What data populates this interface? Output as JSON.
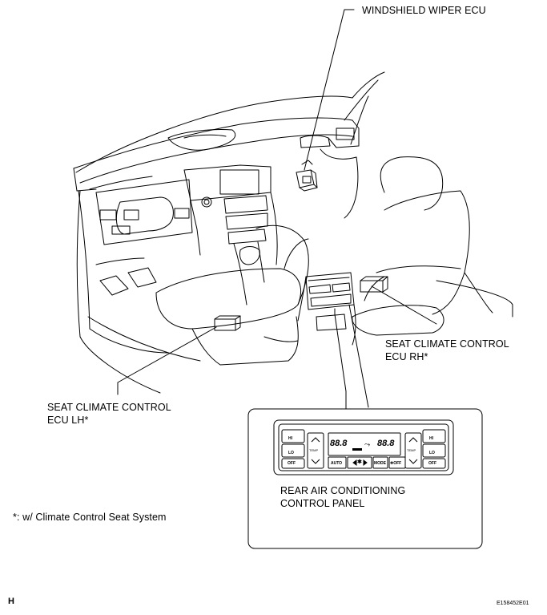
{
  "labels": {
    "wiper_ecu": "WINDSHIELD WIPER ECU",
    "seat_rh_line1": "SEAT CLIMATE CONTROL",
    "seat_rh_line2": "ECU RH*",
    "seat_lh_line1": "SEAT CLIMATE CONTROL",
    "seat_lh_line2": "ECU LH*",
    "rear_ac_line1": "REAR AIR CONDITIONING",
    "rear_ac_line2": "CONTROL PANEL",
    "footnote": "*: w/ Climate Control Seat System",
    "corner_left": "H",
    "corner_right": "E158452E01"
  },
  "panel": {
    "display_left": "88.8",
    "display_right": "88.8",
    "temp_left": "TEMP",
    "temp_right": "TEMP",
    "auto": "AUTO",
    "mode": "MODE",
    "off_left": "OFF",
    "off_right": "OFF",
    "ac_off": "❄OFF",
    "hi_left": "HI",
    "lo_left": "LO",
    "hi_right": "HI",
    "lo_right": "LO"
  },
  "colors": {
    "line": "#000000",
    "background": "#ffffff"
  }
}
